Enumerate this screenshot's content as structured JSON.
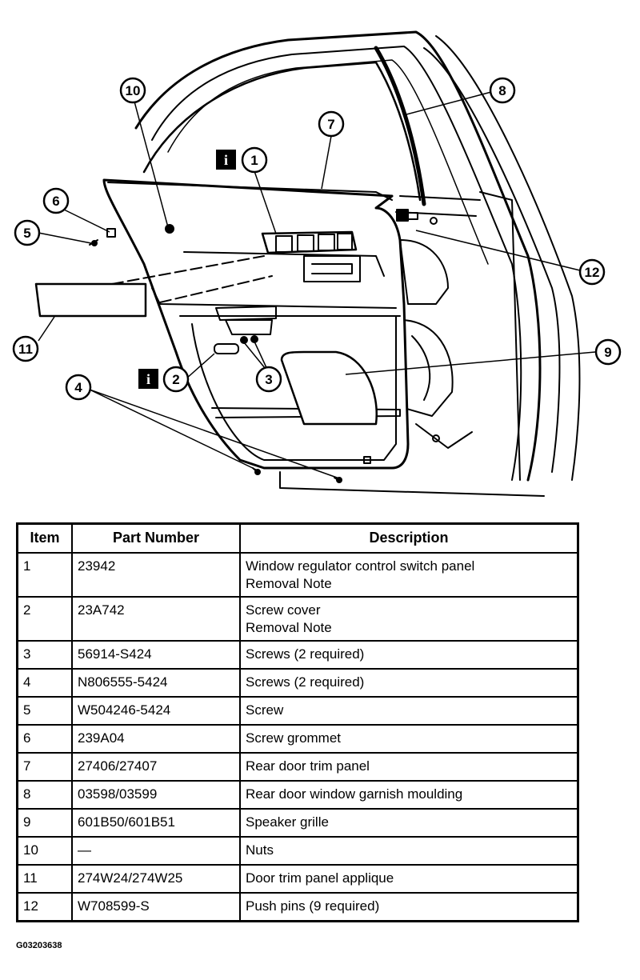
{
  "callouts": [
    "1",
    "2",
    "3",
    "4",
    "5",
    "6",
    "7",
    "8",
    "9",
    "10",
    "11",
    "12"
  ],
  "info_marker": "i",
  "table": {
    "headers": {
      "item": "Item",
      "part_number": "Part Number",
      "description": "Description"
    },
    "rows": [
      {
        "item": "1",
        "part": "23942",
        "desc": [
          "Window regulator control switch panel",
          "Removal Note"
        ]
      },
      {
        "item": "2",
        "part": "23A742",
        "desc": [
          "Screw cover",
          "Removal Note"
        ]
      },
      {
        "item": "3",
        "part": "56914-S424",
        "desc": [
          "Screws (2 required)"
        ]
      },
      {
        "item": "4",
        "part": "N806555-5424",
        "desc": [
          "Screws (2 required)"
        ]
      },
      {
        "item": "5",
        "part": "W504246-5424",
        "desc": [
          "Screw"
        ]
      },
      {
        "item": "6",
        "part": "239A04",
        "desc": [
          "Screw grommet"
        ]
      },
      {
        "item": "7",
        "part": "27406/27407",
        "desc": [
          "Rear door trim panel"
        ]
      },
      {
        "item": "8",
        "part": "03598/03599",
        "desc": [
          "Rear door window garnish moulding"
        ]
      },
      {
        "item": "9",
        "part": "601B50/601B51",
        "desc": [
          "Speaker grille"
        ]
      },
      {
        "item": "10",
        "part": "—",
        "desc": [
          "Nuts"
        ]
      },
      {
        "item": "11",
        "part": "274W24/274W25",
        "desc": [
          "Door trim panel applique"
        ]
      },
      {
        "item": "12",
        "part": "W708599-S",
        "desc": [
          "Push pins (9 required)"
        ]
      }
    ]
  },
  "figure_code": "G03203638"
}
